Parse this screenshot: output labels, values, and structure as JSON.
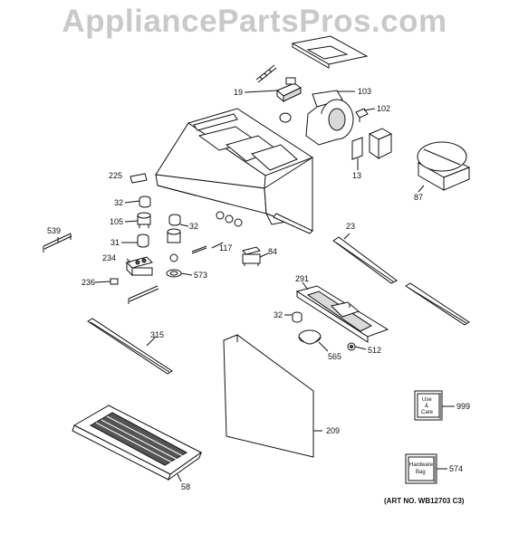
{
  "watermark": "AppliancePartsPros.com",
  "part_numbers": {
    "p19": "19",
    "p103": "103",
    "p102": "102",
    "p13": "13",
    "p87": "87",
    "p225": "225",
    "p32a": "32",
    "p105": "105",
    "p32b": "32",
    "p31": "31",
    "p539": "539",
    "p117": "117",
    "p84": "84",
    "p234": "234",
    "p573": "573",
    "p236": "236",
    "p23": "23",
    "p291": "291",
    "p32c": "32",
    "p512": "512",
    "p565": "565",
    "p315": "315",
    "p209": "209",
    "p58": "58",
    "p999": "999",
    "p574": "574"
  },
  "booklets": {
    "use_care_line1": "Use",
    "use_care_line2": "&",
    "use_care_line3": "Care",
    "hardware_line1": "Hardware",
    "hardware_line2": "Bag"
  },
  "art_number": "(ART NO. WB12703 C3)",
  "colors": {
    "watermark": "#c9c9c9",
    "line": "#111111"
  }
}
